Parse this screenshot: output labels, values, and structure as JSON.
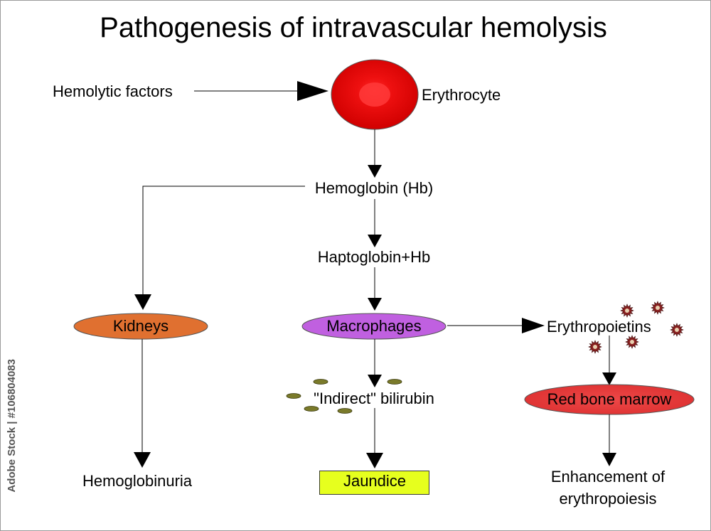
{
  "title": "Pathogenesis of intravascular hemolysis",
  "nodes": {
    "hemolytic_factors": "Hemolytic factors",
    "erythrocyte": "Erythrocyte",
    "hemoglobin": "Hemoglobin (Hb)",
    "haptoglobin": "Haptoglobin+Hb",
    "kidneys": "Kidneys",
    "macrophages": "Macrophages",
    "erythropoietins": "Erythropoietins",
    "indirect_bilirubin": "\"Indirect\" bilirubin",
    "red_bone_marrow": "Red bone marrow",
    "hemoglobinuria": "Hemoglobinuria",
    "jaundice": "Jaundice",
    "enhancement_line1": "Enhancement of",
    "enhancement_line2": "erythropoiesis"
  },
  "watermark": "Adobe Stock | #106804083",
  "colors": {
    "erythrocyte_outer": "#e00000",
    "erythrocyte_inner": "#ff3030",
    "kidneys": "#e07030",
    "macrophages": "#c060e0",
    "red_bone_marrow": "#e03c3c",
    "jaundice": "#e6ff1e",
    "bilirubin_granule": "#7a7a2a",
    "erythropoietin_particle": "#8a2020"
  }
}
